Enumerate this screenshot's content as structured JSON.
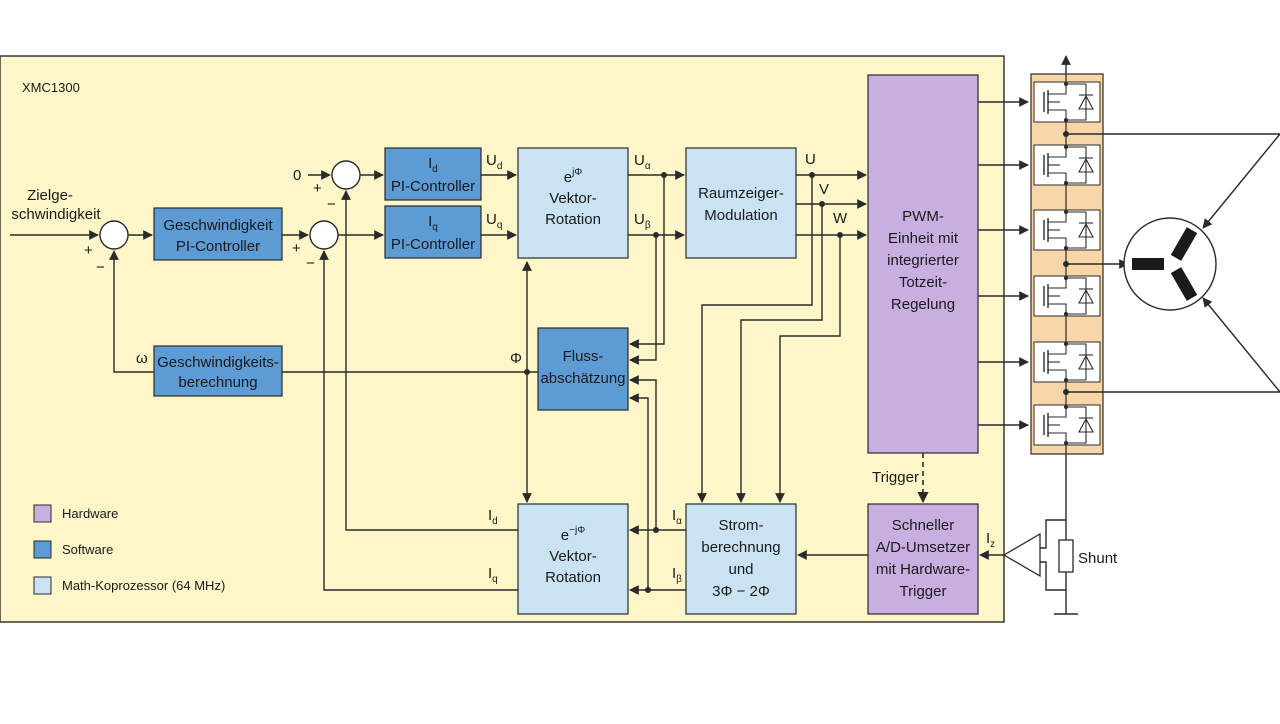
{
  "chip_label": "XMC1300",
  "inputs": {
    "target_speed": [
      "Zielge-",
      "schwindigkeit"
    ],
    "zero": "0"
  },
  "signs": {
    "plus": "+",
    "minus": "−"
  },
  "blocks": {
    "speed_pi": [
      "Geschwindigkeit",
      "PI-Controller"
    ],
    "id_pi": {
      "symbol": "I",
      "sub": "d",
      "text": "PI-Controller"
    },
    "iq_pi": {
      "symbol": "I",
      "sub": "q",
      "text": "PI-Controller"
    },
    "vec_rot_fwd": [
      "e",
      "jΦ",
      "Vektor-",
      "Rotation"
    ],
    "svm": [
      "Raumzeiger-",
      "Modulation"
    ],
    "pwm": [
      "PWM-",
      "Einheit mit",
      "integrierter",
      "Totzeit-",
      "Regelung"
    ],
    "flux": [
      "Fluss-",
      "abschätzung"
    ],
    "speed_calc": [
      "Geschwindigkeits-",
      "berechnung"
    ],
    "vec_rot_inv": [
      "e",
      "−jΦ",
      "Vektor-",
      "Rotation"
    ],
    "current_calc": [
      "Strom-",
      "berechnung",
      "und",
      "3Φ − 2Φ"
    ],
    "adc": [
      "Schneller",
      "A/D-Umsetzer",
      "mit Hardware-",
      "Trigger"
    ]
  },
  "signals": {
    "ud": {
      "s": "U",
      "sub": "d"
    },
    "uq": {
      "s": "U",
      "sub": "q"
    },
    "ualpha": {
      "s": "U",
      "sub": "α"
    },
    "ubeta": {
      "s": "U",
      "sub": "β"
    },
    "u": "U",
    "v": "V",
    "w": "W",
    "omega": "ω",
    "phi": "Φ",
    "id": {
      "s": "I",
      "sub": "d"
    },
    "iq": {
      "s": "I",
      "sub": "q"
    },
    "ialpha": {
      "s": "I",
      "sub": "α"
    },
    "ibeta": {
      "s": "I",
      "sub": "β"
    },
    "iz": {
      "s": "I",
      "sub": "z"
    },
    "trigger": "Trigger",
    "shunt": "Shunt"
  },
  "legend": [
    {
      "label": "Hardware",
      "color": "#c9aee0"
    },
    {
      "label": "Software",
      "color": "#5d9bd5"
    },
    {
      "label": "Math-Koprozessor (64 MHz)",
      "color": "#c9e3f2"
    }
  ],
  "colors": {
    "chip_bg": "#fdf6c8",
    "hardware": "#c9aee0",
    "software": "#5d9bd5",
    "coprocessor": "#c9e3f2",
    "bridge_bg": "#f9d6a8",
    "motor_winding": "#1a1a1a"
  }
}
